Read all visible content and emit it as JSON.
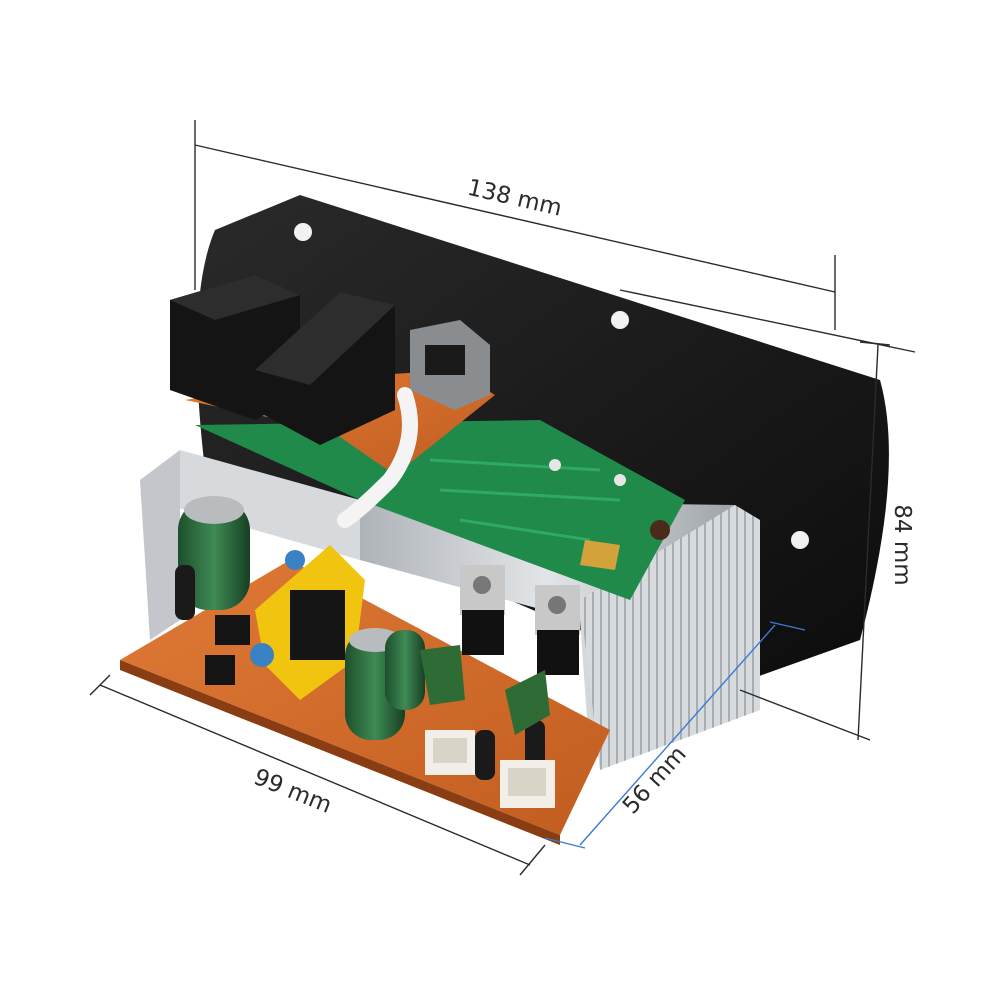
{
  "dimensions": {
    "width_label": "138 mm",
    "height_label": "84 mm",
    "depth_label": "99 mm",
    "board_height_label": "56 mm"
  },
  "colors": {
    "plate": "#161616",
    "heatsink": "#c9ccd0",
    "pcb_main": "#d26a2a",
    "pcb_green": "#1f8a4a",
    "dimension_line": "#2b2b2b",
    "dimension_line_blue": "#3a7bd5"
  }
}
